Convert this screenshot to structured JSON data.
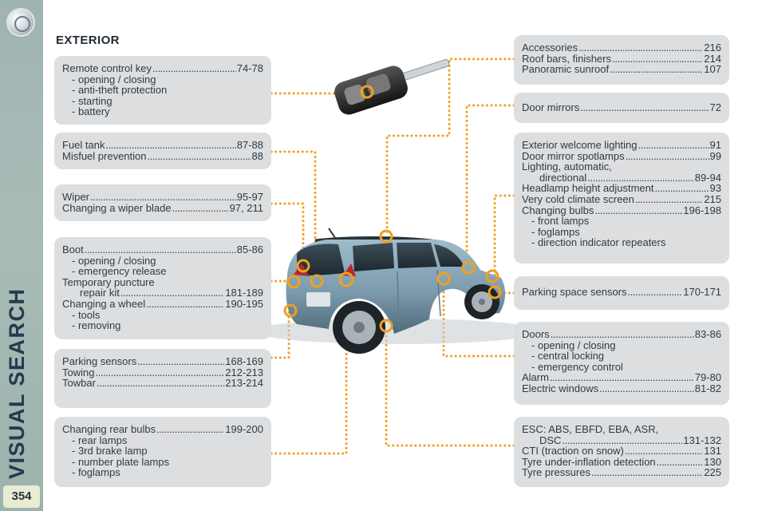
{
  "page_number": "354",
  "side_title": "VISUAL SEARCH",
  "heading": "EXTERIOR",
  "colors": {
    "accent_orange": "#f0a020",
    "car_body": "#7f9fb2",
    "box_bg": "#dcdee0",
    "sidebar": "#a3b6b2"
  },
  "left": {
    "remote": {
      "e1": {
        "label": "Remote control key",
        "pages": "74-78"
      },
      "subs": [
        "-  opening / closing",
        "-  anti-theft protection",
        "-  starting",
        "-  battery"
      ]
    },
    "fuel": {
      "e1": {
        "label": "Fuel tank",
        "pages": "87-88"
      },
      "e2": {
        "label": "Misfuel prevention",
        "pages": "88"
      }
    },
    "wiper": {
      "e1": {
        "label": "Wiper",
        "pages": "95-97"
      },
      "e2": {
        "label": "Changing a wiper blade",
        "pages": "97, 211"
      }
    },
    "boot": {
      "e1": {
        "label": "Boot",
        "pages": "85-86"
      },
      "subs1": [
        "-  opening / closing",
        "-  emergency release"
      ],
      "tp_line1": "Temporary puncture",
      "tp_line2": "repair kit",
      "tp_pages": "181-189",
      "e3": {
        "label": "Changing a wheel",
        "pages": "190-195"
      },
      "subs2": [
        "-  tools",
        "-  removing"
      ]
    },
    "parking": {
      "e1": {
        "label": "Parking sensors",
        "pages": "168-169"
      },
      "e2": {
        "label": "Towing",
        "pages": "212-213"
      },
      "e3": {
        "label": "Towbar",
        "pages": "213-214"
      }
    },
    "rear_bulbs": {
      "e1": {
        "label": "Changing rear bulbs",
        "pages": "199-200"
      },
      "subs": [
        "-  rear lamps",
        "-  3rd brake lamp",
        "-  number plate lamps",
        "-  foglamps"
      ]
    }
  },
  "right": {
    "accessories": {
      "e1": {
        "label": "Accessories",
        "pages": "216"
      },
      "e2": {
        "label": "Roof bars, finishers",
        "pages": "214"
      },
      "e3": {
        "label": "Panoramic sunroof",
        "pages": "107"
      }
    },
    "mirrors": {
      "e1": {
        "label": "Door mirrors",
        "pages": "72"
      }
    },
    "lighting": {
      "e1": {
        "label": "Exterior welcome lighting",
        "pages": "91"
      },
      "e2": {
        "label": "Door mirror spotlamps",
        "pages": "99"
      },
      "auto_line1": "Lighting, automatic,",
      "auto_line2": "directional",
      "auto_pages": "89-94",
      "e4": {
        "label": "Headlamp height adjustment",
        "pages": "93"
      },
      "e5": {
        "label": "Very cold climate screen",
        "pages": "215"
      },
      "e6": {
        "label": "Changing bulbs",
        "pages": "196-198"
      },
      "subs": [
        "-  front lamps",
        "-  foglamps",
        "-  direction indicator repeaters"
      ]
    },
    "parking_space": {
      "e1": {
        "label": "Parking space sensors",
        "pages": "170-171"
      }
    },
    "doors": {
      "e1": {
        "label": "Doors",
        "pages": "83-86"
      },
      "subs": [
        "-  opening / closing",
        "-  central locking",
        "-  emergency control"
      ],
      "e2": {
        "label": "Alarm",
        "pages": "79-80"
      },
      "e3": {
        "label": "Electric windows",
        "pages": "81-82"
      }
    },
    "esc": {
      "line1": "ESC: ABS, EBFD, EBA, ASR,",
      "line2": "DSC",
      "dsc_pages": "131-132",
      "e2": {
        "label": "CTI (traction on snow)",
        "pages": "131"
      },
      "e3": {
        "label": "Tyre under-inflation detection",
        "pages": "130"
      },
      "e4": {
        "label": "Tyre pressures",
        "pages": "225"
      }
    }
  }
}
